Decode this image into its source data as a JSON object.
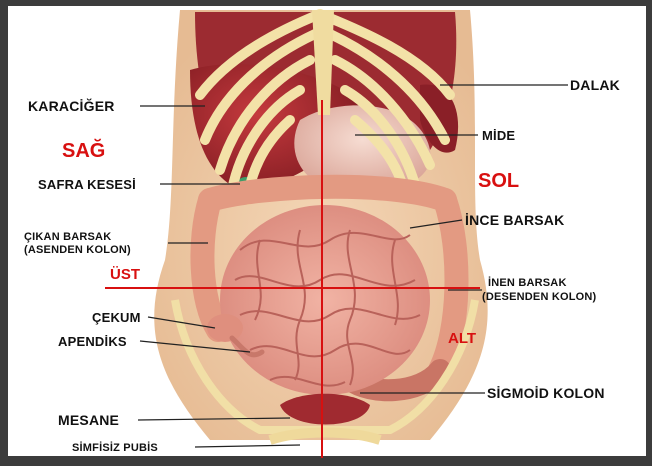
{
  "labels": {
    "karaciger": "KARACİĞER",
    "dalak": "DALAK",
    "mide": "MİDE",
    "safra_kesesi": "SAFRA KESESİ",
    "cikan_barsak_1": "ÇIKAN BARSAK",
    "cikan_barsak_2": "(ASENDEN KOLON)",
    "ince_barsak": "İNCE BARSAK",
    "inen_barsak_1": "İNEN BARSAK",
    "inen_barsak_2": "(DESENDEN KOLON)",
    "cekum": "ÇEKUM",
    "apendiks": "APENDİKS",
    "sigmoid_kolon": "SİGMOİD KOLON",
    "mesane": "MESANE",
    "simfisiz_pubis": "SİMFİSİZ PUBİS"
  },
  "directions": {
    "sag": "SAĞ",
    "sol": "SOL",
    "ust": "ÜST",
    "alt": "ALT"
  },
  "colors": {
    "axis": "#d81010",
    "frame": "#3c3c3c",
    "intestine": "#e89a8c",
    "bone": "#f3e2a8",
    "organ": "#a8232b"
  }
}
